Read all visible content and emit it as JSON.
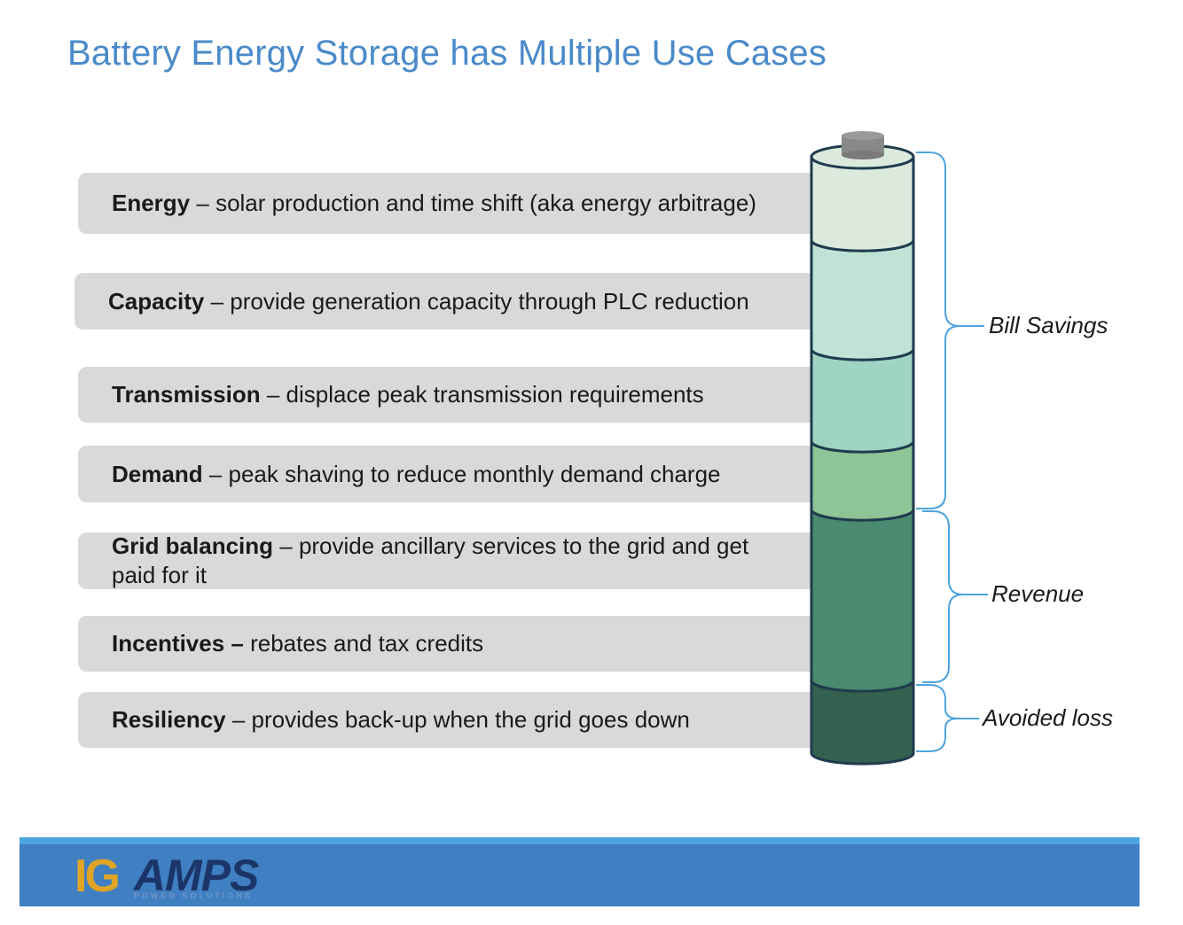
{
  "title": "Battery Energy Storage has Multiple Use Cases",
  "use_cases": [
    {
      "term": "Energy",
      "desc": " – solar production and time shift (aka energy arbitrage)"
    },
    {
      "term": "Capacity",
      "desc": " – provide generation capacity through PLC reduction"
    },
    {
      "term": "Transmission",
      "desc": " – displace peak transmission requirements"
    },
    {
      "term": "Demand",
      "desc": " – peak shaving to reduce monthly demand charge"
    },
    {
      "term": "Grid balancing",
      "desc": " – provide ancillary services to the grid and get paid for it"
    },
    {
      "term": "Incentives –",
      "desc": " rebates and tax credits"
    },
    {
      "term": "Resiliency",
      "desc": " – provides back-up when the grid goes down"
    }
  ],
  "groups": {
    "bill_savings": "Bill Savings",
    "revenue": "Revenue",
    "avoided_loss": "Avoided loss"
  },
  "segment_colors": [
    "#dceadd",
    "#bfe3d6",
    "#9fd4c3",
    "#8fc496",
    "#4a8a70",
    "#4a8a70",
    "#33604f"
  ],
  "footer": {
    "logo_ig": "IG",
    "logo_amps": "AMPS",
    "logo_sub": "POWER SOLUTIONS"
  }
}
